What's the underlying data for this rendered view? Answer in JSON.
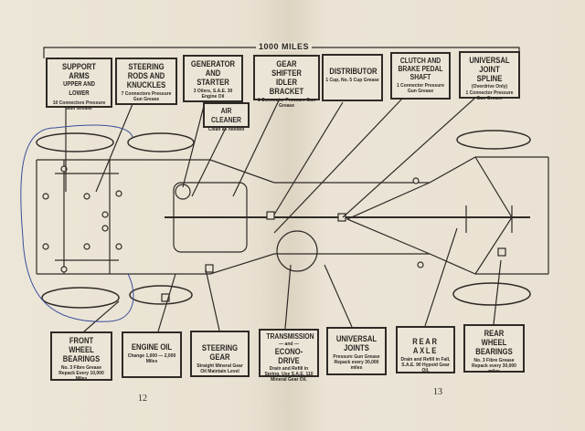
{
  "header": {
    "interval": "1000 MILES"
  },
  "top_boxes": [
    {
      "title": "SUPPORT ARMS",
      "subtitle": "UPPER AND LOWER",
      "detail": "10 Connectors Pressure Gun Grease"
    },
    {
      "title": "STEERING RODS AND KNUCKLES",
      "detail": "7 Connectors Pressure Gun Grease"
    },
    {
      "title": "GENERATOR AND STARTER",
      "detail": "3 Oilers, S.A.E. 30 Engine Oil"
    },
    {
      "title": "AIR CLEANER",
      "detail": "Clean as needed"
    },
    {
      "title": "GEAR SHIFTER IDLER BRACKET",
      "detail": "1 Connector Pressure Gun Grease"
    },
    {
      "title": "DISTRIBUTOR",
      "detail": "1 Cup, No. 5 Cup Grease"
    },
    {
      "title": "CLUTCH AND BRAKE PEDAL SHAFT",
      "detail": "1 Connector Pressure Gun Grease"
    },
    {
      "title": "UNIVERSAL JOINT SPLINE",
      "note": "(Overdrive Only)",
      "detail": "1 Connector Pressure Gun Grease"
    }
  ],
  "bottom_boxes": [
    {
      "title": "FRONT WHEEL BEARINGS",
      "detail": "No. 3 Fibre Grease Repack Every 10,000 Miles"
    },
    {
      "title": "ENGINE OIL",
      "detail": "Change 1,000 — 2,000 Miles"
    },
    {
      "title": "STEERING GEAR",
      "detail": "Straight Mineral Gear Oil Maintain Level"
    },
    {
      "title": "TRANSMISSION",
      "subtitle": "— and —",
      "title2": "ECONO-DRIVE",
      "detail": "Drain and Refill in Spring. Use S.A.E. 110 Mineral Gear Oil."
    },
    {
      "title": "UNIVERSAL JOINTS",
      "detail": "Pressure Gun Grease Repack every 30,000 miles"
    },
    {
      "title": "REAR AXLE",
      "detail": "Drain and Refill in Fall, S.A.E. 90 Hypoid Gear Oil."
    },
    {
      "title": "REAR WHEEL BEARINGS",
      "detail": "No. 3 Fibre Grease Repack every 30,000 miles"
    }
  ],
  "pages": {
    "left": "12",
    "right": "13"
  },
  "colors": {
    "paper": "#e9e2d3",
    "ink": "#2e2a26",
    "pen": "#3a4f9a"
  }
}
